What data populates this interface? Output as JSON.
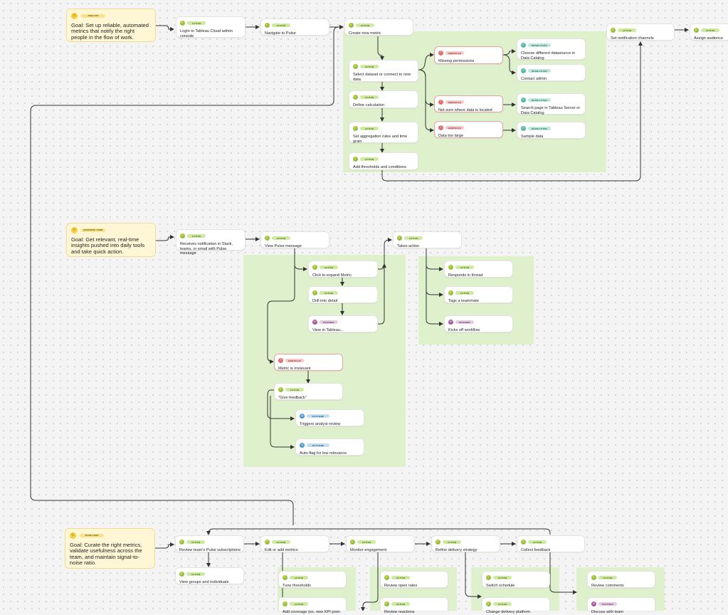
{
  "goals": [
    {
      "role": "ANALYST",
      "text": "Goal: Set up reliable, automated metrics that notify the right people in the flow of work."
    },
    {
      "role": "BUSINESS USER",
      "text": "Goal: Get relevant, real-time insights pushed into daily tools and take quick action."
    },
    {
      "role": "TEAM LEAD",
      "text": "Goal: Curate the right metrics, validate usefulness across the team, and maintain signal-to-noise ratio."
    }
  ],
  "type_labels": {
    "action": "ACTION",
    "obstacle": "OBSTACLE",
    "resolution": "RESOLUTION",
    "outcome": "OUTCOME",
    "partner": "PARTNER"
  },
  "row1": {
    "login": "Login to Tableau Cloud admin console",
    "navigate": "Navigate to Pulse",
    "create": "Create new metric",
    "select_dataset": "Select dataset or connect to new data",
    "define_calc": "Define calculation",
    "set_agg": "Set aggregation rules and time grain",
    "add_thresholds": "Add thresholds and conditions",
    "missing_perms": "Missing permissions",
    "not_sure": "Not sure where data is located",
    "too_large": "Data too large",
    "choose_ds": "Choose different datasource in Data Catalog",
    "contact_admin": "Contact admin",
    "search_page": "Search page in Tableau Server or Data Catalog",
    "sample_data": "Sample data",
    "set_notif": "Set notification channels",
    "assign": "Assign audience"
  },
  "row2": {
    "receives": "Receives notification in Slack, teams, or email with Pulse message",
    "view_msg": "View Pulse message",
    "takes_action": "Takes action",
    "click_expand": "Click to expand Metric",
    "drill": "Drill into detail",
    "view_tableau": "View in Tableau...",
    "responds": "Responds in thread",
    "tags": "Tags a teammate",
    "kicks": "Kicks off workflow",
    "irrelevant": "Metric is irrelevant",
    "give_feedback": "\"Give feedback\"",
    "triggers": "Triggers analyst review",
    "autoflag": "Auto-flag for low relevance"
  },
  "row3": {
    "review_subs": "Review team's Pulse subscriptions",
    "view_groups": "View groups and individuals",
    "edit_add": "Edit or add metrics",
    "monitor": "Monitor engagement",
    "refine": "Refine delivery strategy",
    "collect": "Collect feedback",
    "tune": "Tune thresholds",
    "add_coverage": "Add coverage (ex. new KPI post-",
    "review_open": "Review open rates",
    "review_reactions": "Review reactions",
    "switch_schedule": "Switch schedule",
    "change_platform": "Change delivery platform",
    "review_comments": "Review comments",
    "discuss_team": "Discuss with team"
  }
}
